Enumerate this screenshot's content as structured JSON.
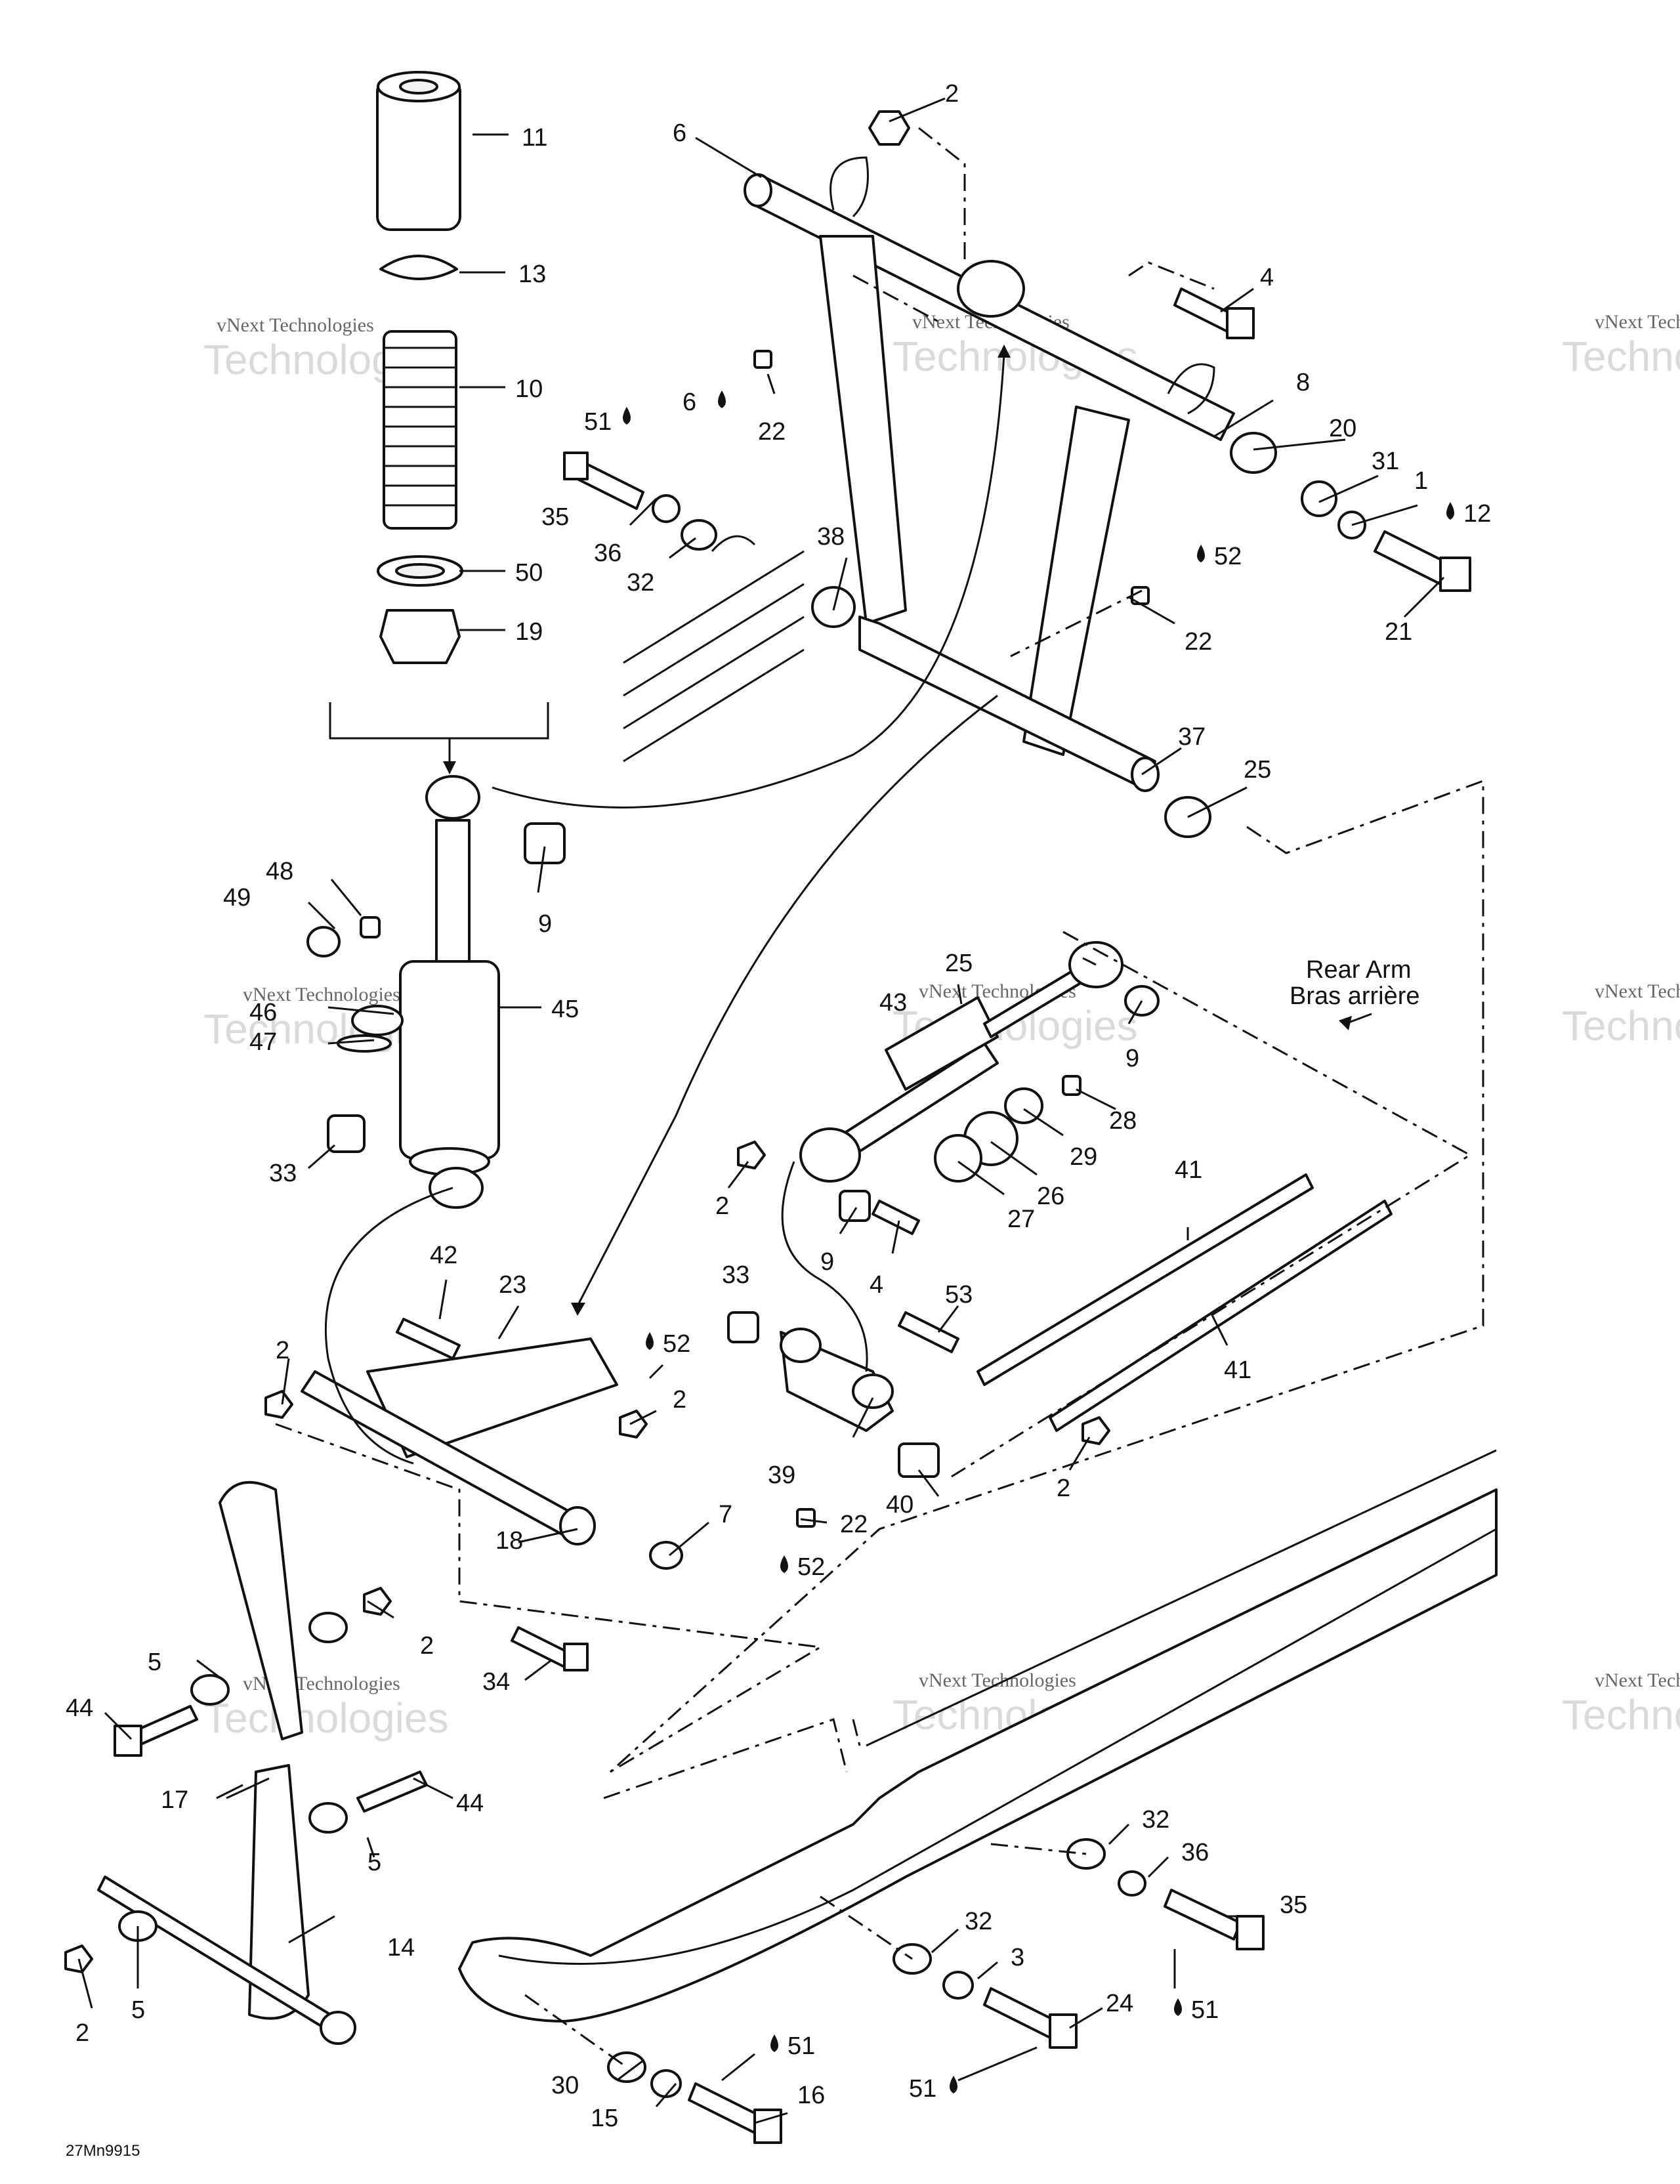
{
  "diagram_code": "27Mn9915",
  "watermark": {
    "line1": "vNext Technologies",
    "line2": "Technologies"
  },
  "rear_arm_label": {
    "en": "Rear Arm",
    "fr": "Bras arrière"
  },
  "callouts": [
    "11",
    "13",
    "10",
    "50",
    "19",
    "9",
    "48",
    "49",
    "46",
    "47",
    "45",
    "33",
    "2",
    "6",
    "4",
    "8",
    "20",
    "31",
    "1",
    "12",
    "21",
    "52",
    "22",
    "51",
    "35",
    "36",
    "32",
    "38",
    "37",
    "25",
    "43",
    "9",
    "28",
    "29",
    "26",
    "27",
    "2",
    "9",
    "4",
    "41",
    "41",
    "53",
    "2",
    "42",
    "23",
    "52",
    "2",
    "33",
    "39",
    "40",
    "2",
    "18",
    "7",
    "22",
    "52",
    "2",
    "34",
    "5",
    "44",
    "17",
    "44",
    "5",
    "14",
    "5",
    "2",
    "32",
    "36",
    "35",
    "32",
    "3",
    "24",
    "51",
    "51",
    "30",
    "15",
    "16",
    "51"
  ]
}
